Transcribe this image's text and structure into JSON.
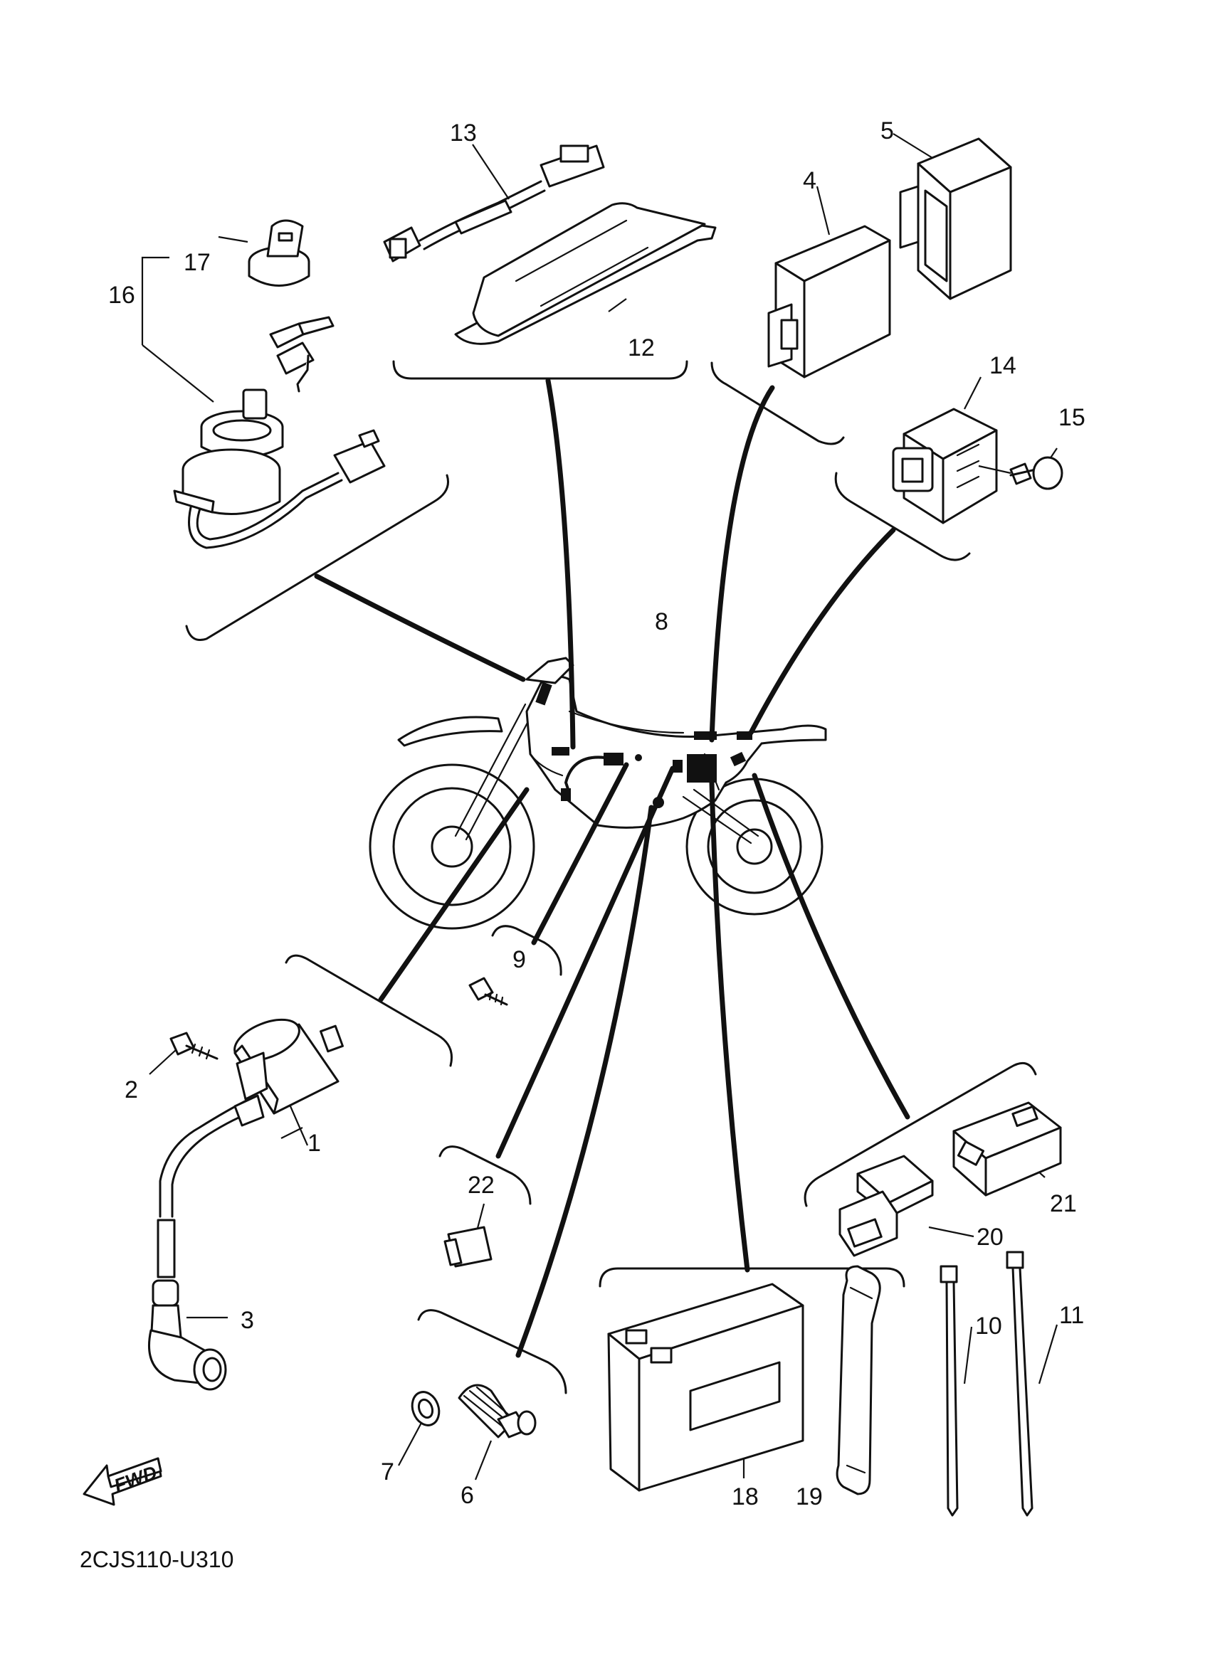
{
  "figure": {
    "code": "2CJS110-U310",
    "fwd_label": "FWD"
  },
  "callouts": [
    "1",
    "2",
    "3",
    "4",
    "5",
    "6",
    "7",
    "8",
    "9",
    "10",
    "11",
    "12",
    "13",
    "14",
    "15",
    "16",
    "17",
    "18",
    "19",
    "20",
    "21",
    "22"
  ],
  "colors": {
    "ink": "#111111",
    "paper": "#ffffff"
  }
}
